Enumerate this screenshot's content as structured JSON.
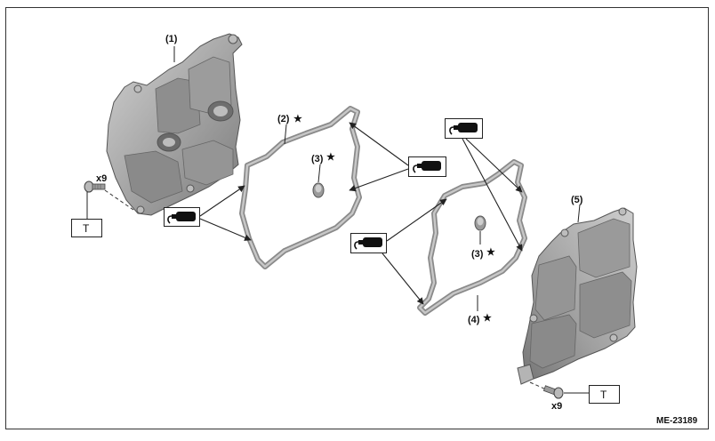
{
  "figure": {
    "reference_code": "ME-23189",
    "callouts": {
      "cover_left": "(1)",
      "gasket_left": "(2)",
      "plug_left": "(3)",
      "plug_right": "(3)",
      "gasket_right": "(4)",
      "cover_right": "(5)"
    },
    "stars": {
      "gasket_left": "★",
      "plug_left": "★",
      "plug_right": "★",
      "gasket_right": "★"
    },
    "bolt_count_left": "x9",
    "bolt_count_right": "x9",
    "torque_label_left": "T",
    "torque_label_right": "T",
    "icons": [
      "liquid-gasket-icon",
      "bolt-icon"
    ],
    "colors": {
      "line": "#222222",
      "part_fill": "#a9a9a9",
      "part_shadow": "#7c7c7c",
      "part_highlight": "#d4d4d4"
    }
  }
}
